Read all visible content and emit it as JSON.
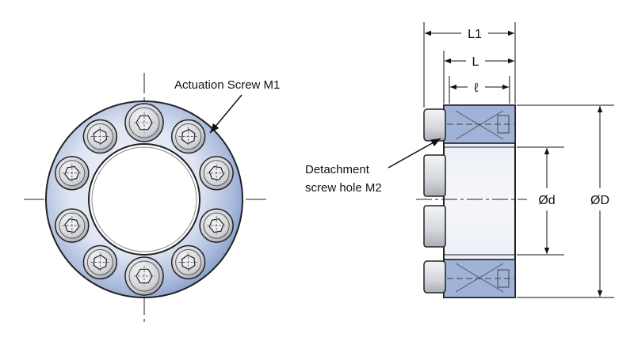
{
  "labels": {
    "actuation_screw": "Actuation Screw M1",
    "detachment_line1": "Detachment",
    "detachment_line2": "screw hole M2"
  },
  "dimensions": {
    "L1": "L1",
    "L": "L",
    "l": "ℓ",
    "d": "Ød",
    "D": "ØD"
  },
  "colors": {
    "ring_fill": "#8fa6d0",
    "ring_highlight": "#eef2fa",
    "outline": "#222222",
    "screw_fill": "#d9dade"
  }
}
